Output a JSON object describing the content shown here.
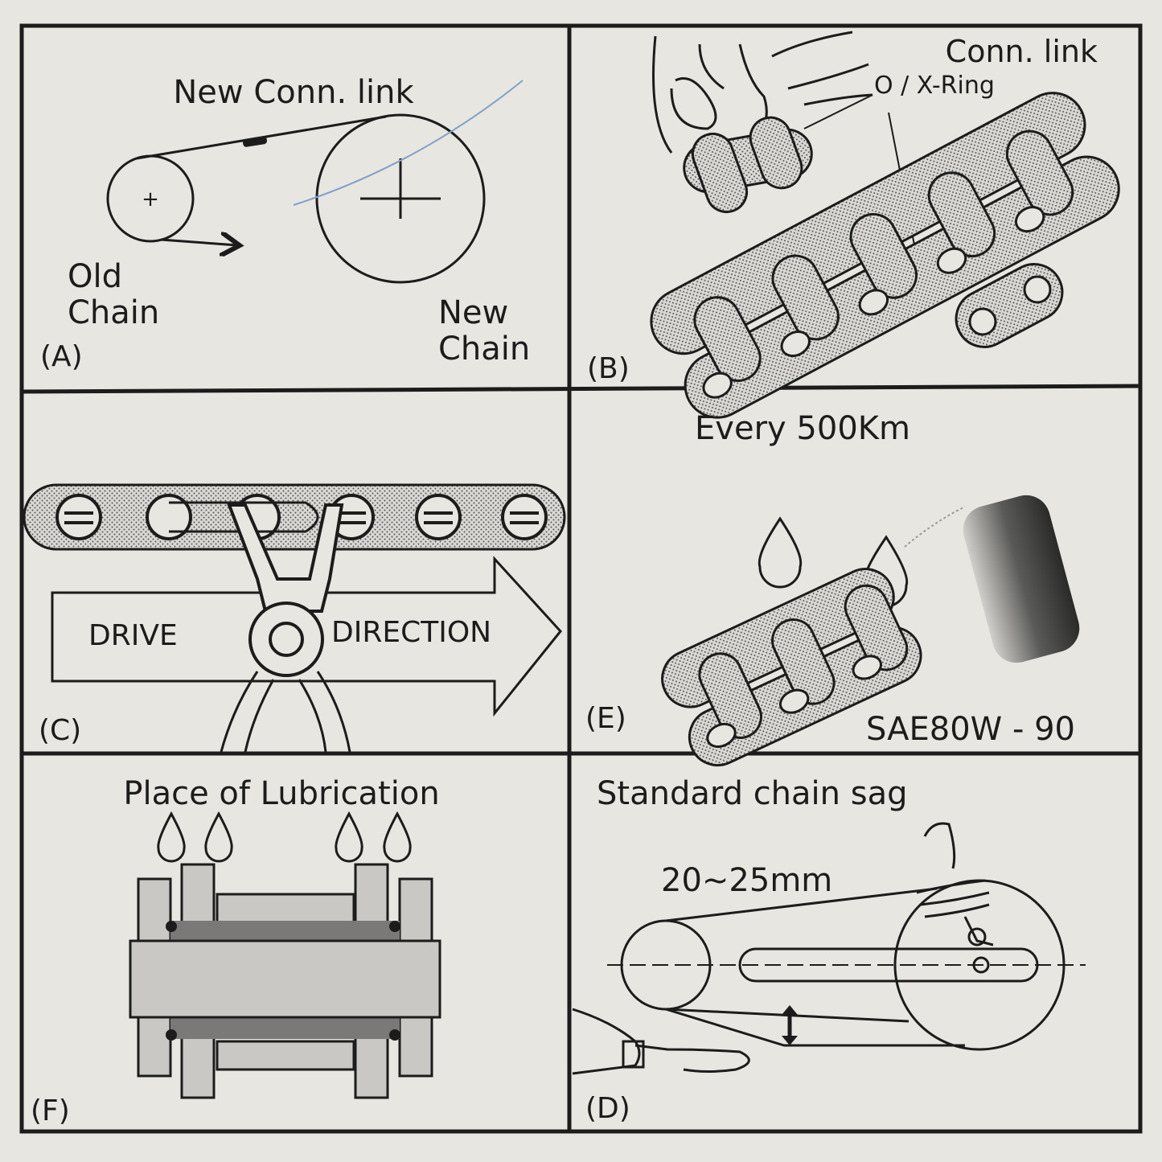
{
  "panels": {
    "a": {
      "letter": "(A)",
      "new_link": "New Conn. link",
      "old_chain_line1": "Old",
      "old_chain_line2": "Chain",
      "new_chain_line1": "New",
      "new_chain_line2": "Chain"
    },
    "b": {
      "letter": "(B)",
      "conn_link": "Conn. link",
      "ring": "O / X-Ring"
    },
    "c": {
      "letter": "(C)",
      "drive": "DRIVE",
      "direction": "DIRECTION"
    },
    "e": {
      "letter": "(E)",
      "interval": "Every 500Km",
      "oil": "SAE80W - 90"
    },
    "f": {
      "letter": "(F)",
      "title": "Place of Lubrication"
    },
    "d": {
      "letter": "(D)",
      "title": "Standard chain sag",
      "sag": "20~25mm"
    }
  },
  "colors": {
    "background": "#e8e6e1",
    "ink": "#1c1c1c",
    "metal": "#c9c8c4",
    "accent_pen": "#7fa3c8"
  }
}
